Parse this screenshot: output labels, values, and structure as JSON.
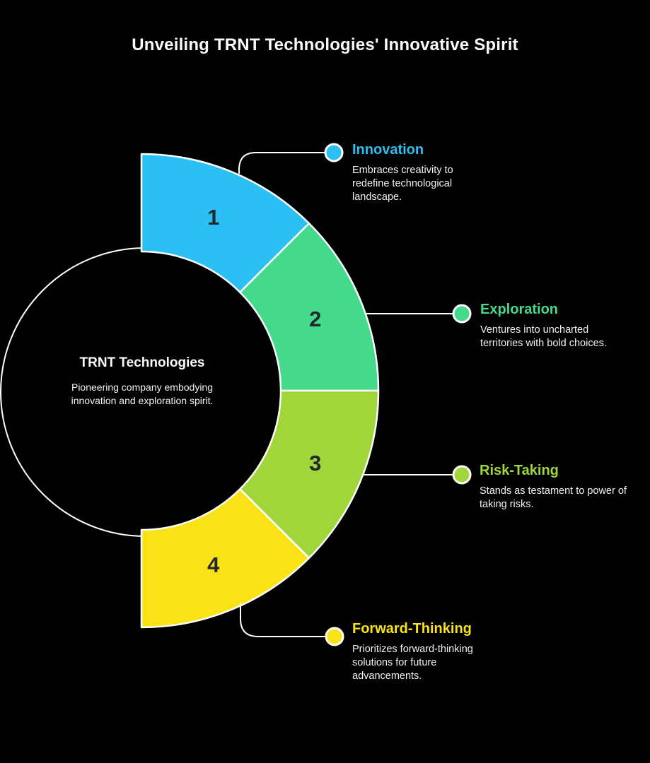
{
  "title": "Unveiling TRNT Technologies' Innovative Spirit",
  "center": {
    "heading": "TRNT Technologies",
    "description": "Pioneering company embodying innovation and exploration spirit."
  },
  "items": [
    {
      "number": "1",
      "heading": "Innovation",
      "description": "Embraces creativity to redefine technological landscape.",
      "color": "#2bbff3"
    },
    {
      "number": "2",
      "heading": "Exploration",
      "description": "Ventures into uncharted territories with bold choices.",
      "color": "#45d98c"
    },
    {
      "number": "3",
      "heading": "Risk-Taking",
      "description": "Stands as testament to power of taking risks.",
      "color": "#a1d63a"
    },
    {
      "number": "4",
      "heading": "Forward-Thinking",
      "description": "Prioritizes forward-thinking solutions for future advancements.",
      "color": "#f9e316"
    }
  ],
  "colors": {
    "background": "#000000",
    "outline": "#ffffff",
    "number_text": "#22292e",
    "body_text": "#f2f2f2"
  }
}
